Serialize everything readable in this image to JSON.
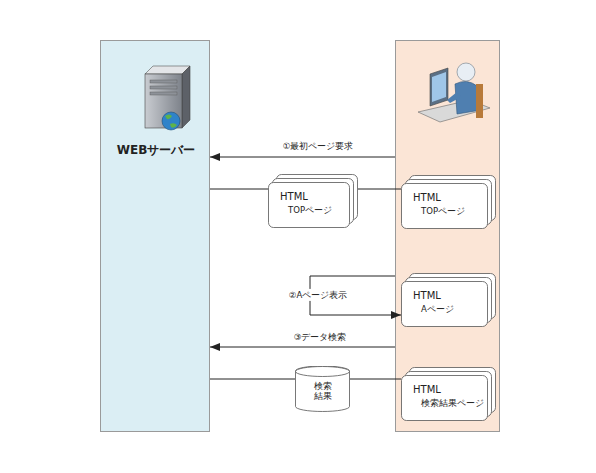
{
  "diagram": {
    "nodes": [
      {
        "text": [
          "WEBサーバー"
        ]
      },
      {
        "text": []
      },
      {
        "text": [
          "HTML",
          "TOPページ"
        ]
      },
      {
        "text": [
          "HTML",
          "TOPページ"
        ],
        "in": 1
      },
      {
        "text": [
          "HTML",
          "Aページ"
        ],
        "in": 1
      },
      {
        "text": [
          "検索 結果"
        ]
      },
      {
        "text": [
          "HTML",
          "検索結果ページ"
        ],
        "in": 1
      }
    ],
    "edges": [
      {
        "from": 1,
        "to": 0,
        "arrow": "to",
        "label": "①最初ページ要求"
      },
      {
        "from": 0,
        "to": 2,
        "arrow": "none"
      },
      {
        "from": 2,
        "to": 3,
        "arrow": "none"
      },
      {
        "from": 1,
        "to": 4,
        "arrow": "to",
        "label": "②Aページ表示"
      },
      {
        "from": 1,
        "to": 0,
        "arrow": "to",
        "label": "③データ検索"
      },
      {
        "from": 0,
        "to": 5,
        "arrow": "none"
      },
      {
        "from": 5,
        "to": 6,
        "arrow": "none"
      }
    ]
  }
}
